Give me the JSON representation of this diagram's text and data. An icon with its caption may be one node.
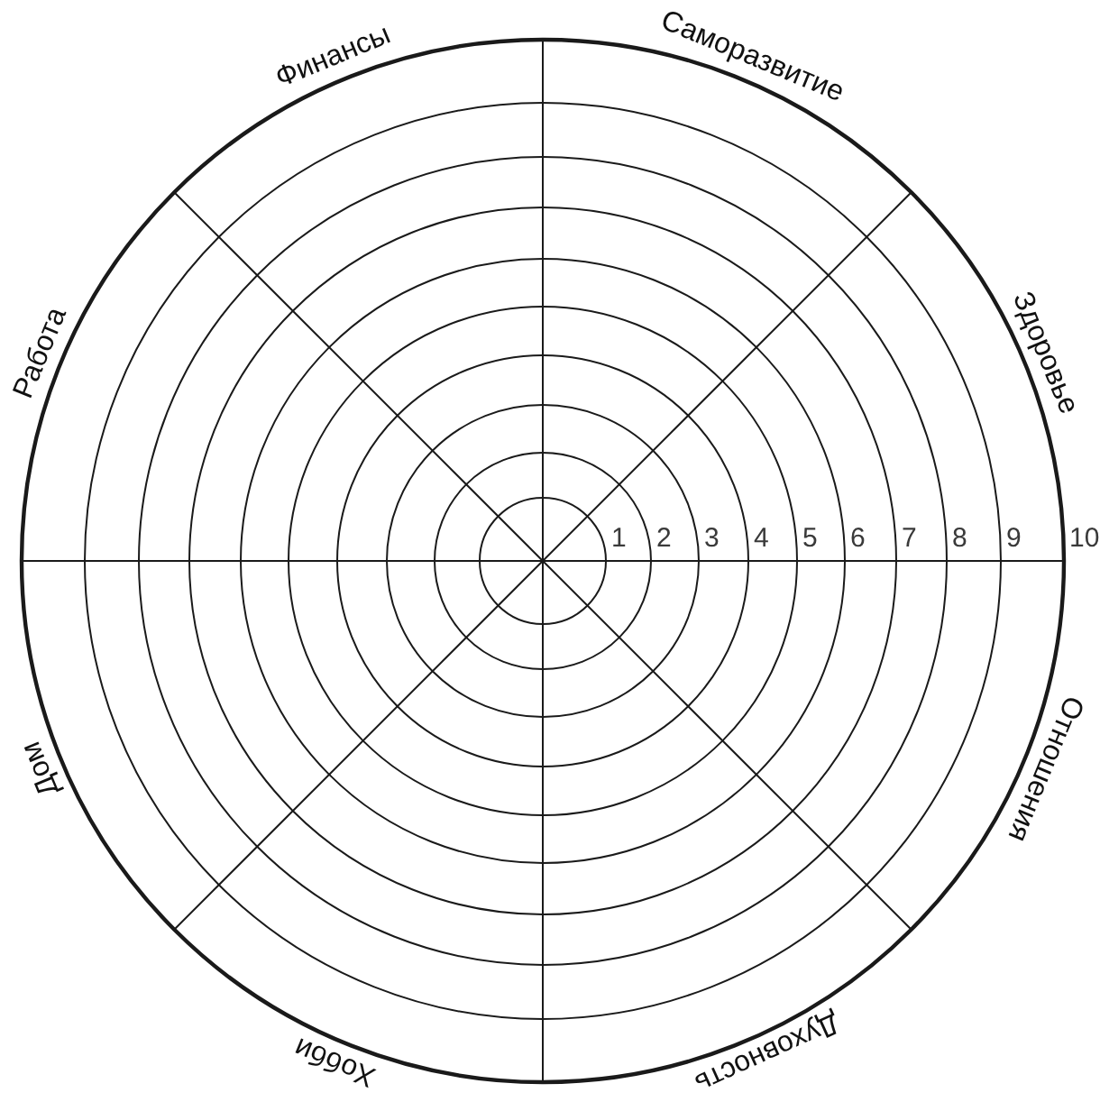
{
  "diagram": {
    "labels": [
      "Финансы",
      "Саморазвитие",
      "Работа",
      "Здоровье",
      "1",
      "2",
      "3",
      "4",
      "5",
      "6",
      "7",
      "8",
      "9",
      "10",
      "Дом",
      "Отношения",
      "Хобби",
      "Духовность"
    ]
  }
}
